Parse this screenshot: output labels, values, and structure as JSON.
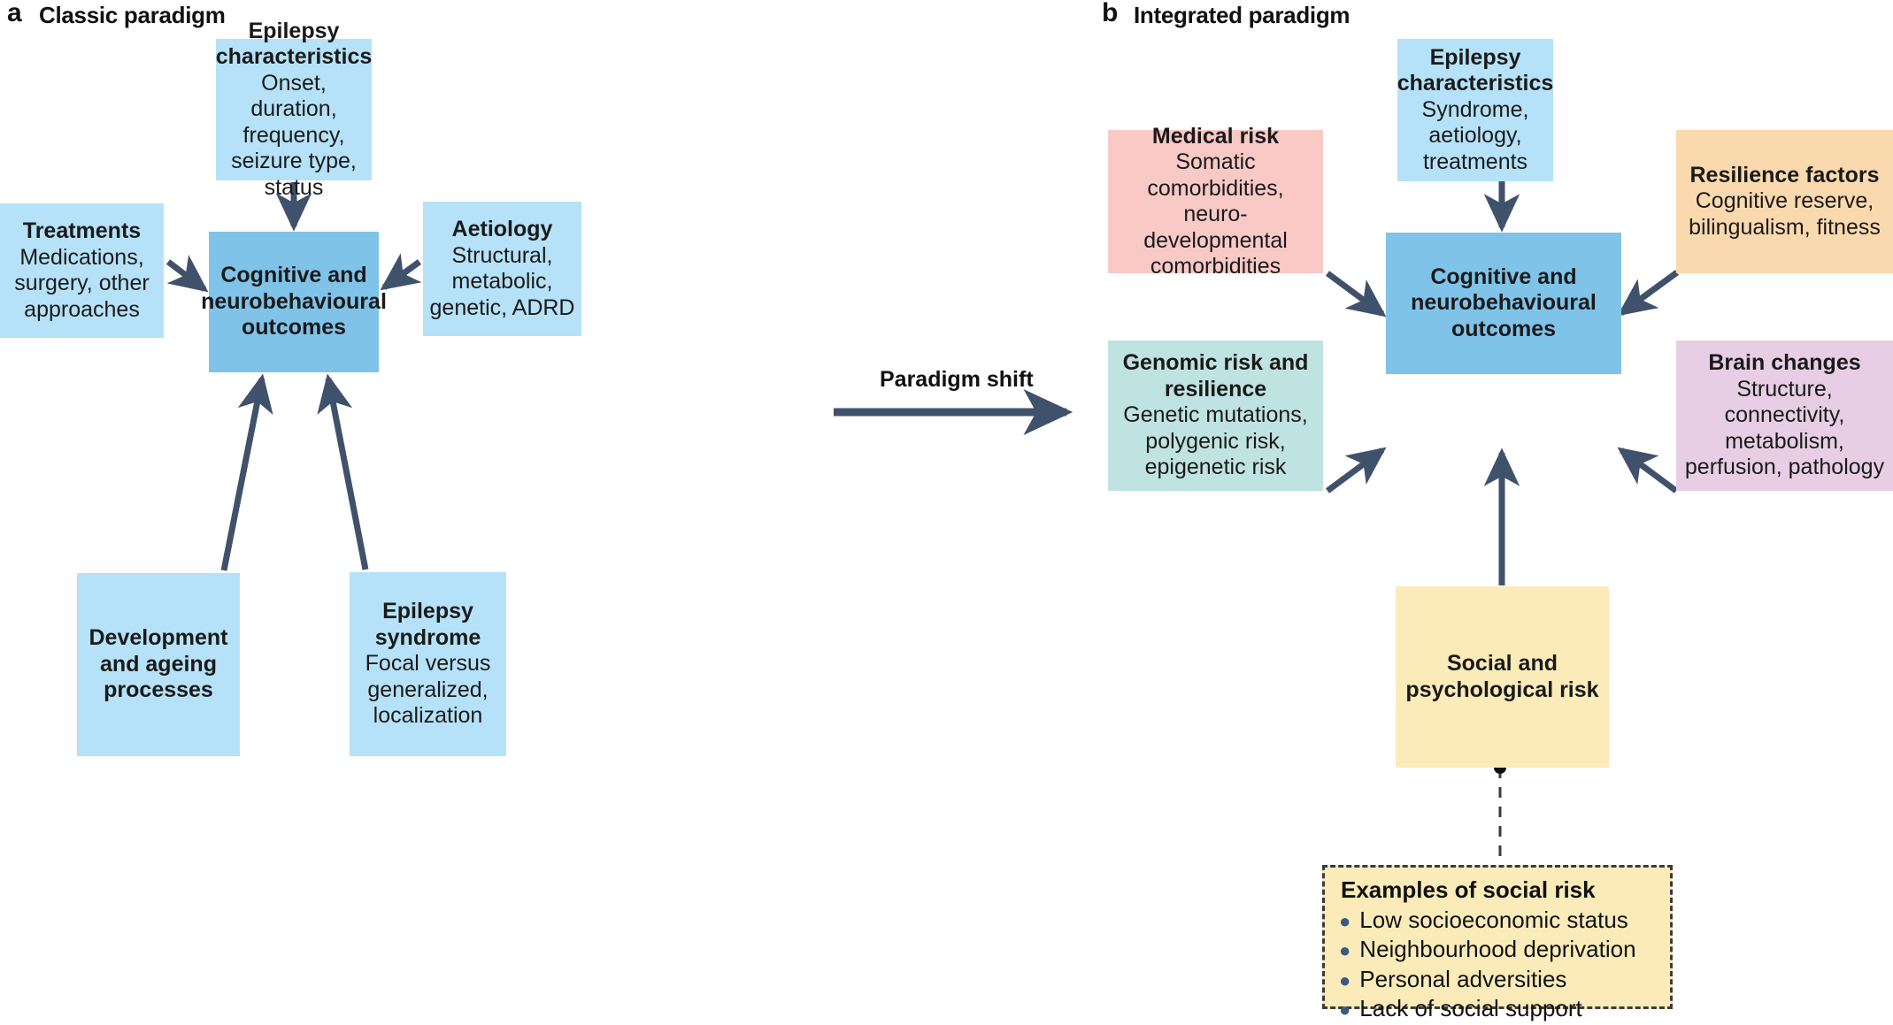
{
  "panels": {
    "a": {
      "letter": "a",
      "title": "Classic paradigm"
    },
    "b": {
      "letter": "b",
      "title": "Integrated paradigm"
    }
  },
  "transition": {
    "label": "Paradigm shift",
    "arrow": "right-arrow"
  },
  "colors": {
    "light_blue": "#B5E2F8",
    "mid_blue": "#7FC3E8",
    "pink": "#F9C9C6",
    "orange": "#FBD9AE",
    "teal": "#BFE3E0",
    "purple": "#E7CEE4",
    "yellow": "#FBEBB9",
    "arrow": "#40526B",
    "dashed_border": "#3b3b3b",
    "bullet": "#3b5a80"
  },
  "classic": {
    "center": {
      "title": "Cognitive and neurobehavioural outcomes",
      "detail": ""
    },
    "nodes": [
      {
        "key": "epilepsy-characteristics",
        "title": "Epilepsy characteristics",
        "detail": "Onset, duration, frequency, seizure type, status"
      },
      {
        "key": "treatments",
        "title": "Treatments",
        "detail": "Medications, surgery, other approaches"
      },
      {
        "key": "aetiology",
        "title": "Aetiology",
        "detail": "Structural, metabolic, genetic, ADRD"
      },
      {
        "key": "development-and-ageing",
        "title": "Development and ageing processes",
        "detail": ""
      },
      {
        "key": "epilepsy-syndrome",
        "title": "Epilepsy syndrome",
        "detail": "Focal versus generalized, localization"
      }
    ]
  },
  "integrated": {
    "center": {
      "title": "Cognitive and neurobehavioural outcomes",
      "detail": ""
    },
    "nodes": [
      {
        "key": "epilepsy-characteristics",
        "title": "Epilepsy characteristics",
        "detail": "Syndrome, aetiology, treatments"
      },
      {
        "key": "medical-risk",
        "title": "Medical risk",
        "detail": "Somatic comorbidities, neuro-developmental comorbidities"
      },
      {
        "key": "resilience-factors",
        "title": "Resilience factors",
        "detail": "Cognitive reserve, bilingualism, fitness"
      },
      {
        "key": "genomic-risk",
        "title": "Genomic risk and resilience",
        "detail": "Genetic mutations, polygenic risk, epigenetic risk"
      },
      {
        "key": "brain-changes",
        "title": "Brain changes",
        "detail": "Structure, connectivity, metabolism, perfusion, pathology"
      },
      {
        "key": "social-psychological-risk",
        "title": "Social and psychological risk",
        "detail": ""
      }
    ],
    "examples": {
      "title": "Examples of social risk",
      "items": [
        "Low socioeconomic status",
        "Neighbourhood deprivation",
        "Personal adversities",
        "Lack of social support"
      ]
    }
  }
}
